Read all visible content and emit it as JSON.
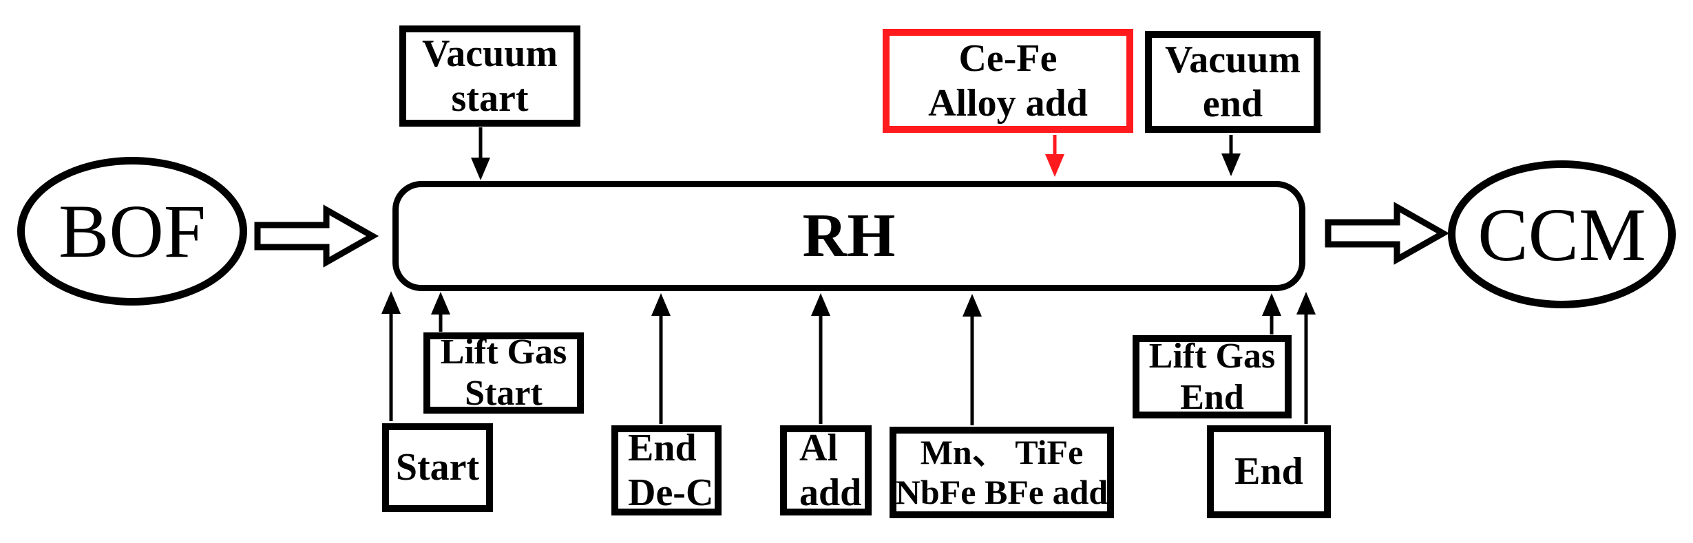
{
  "flow": {
    "source": {
      "label": "BOF"
    },
    "process": {
      "label": "RH"
    },
    "sink": {
      "label": "CCM"
    }
  },
  "top_annotations": [
    {
      "id": "vacuum-start",
      "lines": [
        "Vacuum",
        "start"
      ],
      "highlighted": false
    },
    {
      "id": "ce-fe-alloy-add",
      "lines": [
        "Ce-Fe",
        "Alloy add"
      ],
      "highlighted": true
    },
    {
      "id": "vacuum-end",
      "lines": [
        "Vacuum",
        "end"
      ],
      "highlighted": false
    }
  ],
  "bottom_annotations": [
    {
      "id": "start",
      "lines": [
        "Start"
      ]
    },
    {
      "id": "lift-gas-start",
      "lines": [
        "Lift Gas",
        "Start"
      ]
    },
    {
      "id": "end-de-c",
      "lines": [
        "End",
        "De-C"
      ]
    },
    {
      "id": "al-add",
      "lines": [
        "Al",
        "add"
      ]
    },
    {
      "id": "mn-tife-nbfe-bfe-add",
      "lines": [
        "Mn、 TiFe",
        "NbFe BFe add"
      ]
    },
    {
      "id": "lift-gas-end",
      "lines": [
        "Lift Gas",
        "End"
      ]
    },
    {
      "id": "end",
      "lines": [
        "End"
      ]
    }
  ],
  "colors": {
    "ink": "#000000",
    "highlight_red": "#ff1a1e",
    "background": "#ffffff"
  }
}
